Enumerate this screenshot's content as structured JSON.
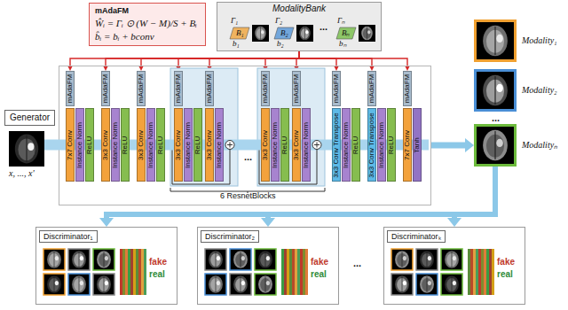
{
  "diagram": {
    "nodes": [
      {
        "text": [
          "mAdaFM",
          "Ŵᵢ = Γᵢ ⊙ (W − M)/S + Bᵢ",
          "b̂ᵢ = bᵢ + bconv"
        ]
      },
      {
        "text": [
          "ModalityBank"
        ]
      },
      {
        "text": [
          "Γ₁",
          "B₁",
          "b₁"
        ],
        "in": 1
      },
      {
        "text": [
          "Γ₂",
          "B₂",
          "b₂"
        ],
        "in": 1
      },
      {
        "text": [
          "Γₙ",
          "Bₙ",
          "bₙ"
        ],
        "in": 1
      },
      {
        "text": [
          "Generator"
        ]
      },
      {
        "text": [
          "mAdaFM"
        ],
        "in": 5
      },
      {
        "text": [
          "7x7 Conv"
        ],
        "in": 5
      },
      {
        "text": [
          "Instance Norm"
        ],
        "in": 5
      },
      {
        "text": [
          "ReLU"
        ],
        "in": 5
      },
      {
        "text": [
          "mAdaFM"
        ],
        "in": 5
      },
      {
        "text": [
          "3x3 Conv"
        ],
        "in": 5
      },
      {
        "text": [
          "Instance Norm"
        ],
        "in": 5
      },
      {
        "text": [
          "ReLU"
        ],
        "in": 5
      },
      {
        "text": [
          "mAdaFM"
        ],
        "in": 5
      },
      {
        "text": [
          "3x3 Conv"
        ],
        "in": 5
      },
      {
        "text": [
          "Instance Norm"
        ],
        "in": 5
      },
      {
        "text": [
          "ReLU"
        ],
        "in": 5
      },
      {
        "text": [
          "mAdaFM"
        ],
        "in": 5
      },
      {
        "text": [
          "3x3 Conv"
        ],
        "in": 5
      },
      {
        "text": [
          "Instance Norm"
        ],
        "in": 5
      },
      {
        "text": [
          "ReLU"
        ],
        "in": 5
      },
      {
        "text": [
          "mAdaFM"
        ],
        "in": 5
      },
      {
        "text": [
          "3x3 Conv"
        ],
        "in": 5
      },
      {
        "text": [
          "Instance Norm"
        ],
        "in": 5
      },
      {
        "text": [
          "mAdaFM"
        ],
        "in": 5
      },
      {
        "text": [
          "3x3 Conv"
        ],
        "in": 5
      },
      {
        "text": [
          "Instance Norm"
        ],
        "in": 5
      },
      {
        "text": [
          "ReLU"
        ],
        "in": 5
      },
      {
        "text": [
          "mAdaFM"
        ],
        "in": 5
      },
      {
        "text": [
          "3x3 Conv"
        ],
        "in": 5
      },
      {
        "text": [
          "Instance Norm"
        ],
        "in": 5
      },
      {
        "text": [
          "mAdaFM"
        ],
        "in": 5
      },
      {
        "text": [
          "3x3 Conv Transpose"
        ],
        "in": 5
      },
      {
        "text": [
          "Instance Norm"
        ],
        "in": 5
      },
      {
        "text": [
          "ReLU"
        ],
        "in": 5
      },
      {
        "text": [
          "mAdaFM"
        ],
        "in": 5
      },
      {
        "text": [
          "3x3 Conv Transpose"
        ],
        "in": 5
      },
      {
        "text": [
          "Instance Norm"
        ],
        "in": 5
      },
      {
        "text": [
          "ReLU"
        ],
        "in": 5
      },
      {
        "text": [
          "mAdaFM"
        ],
        "in": 5
      },
      {
        "text": [
          "7x7 Conv"
        ],
        "in": 5
      },
      {
        "text": [
          "Tanh"
        ],
        "in": 5
      },
      {
        "text": [
          "Modality₁"
        ]
      },
      {
        "text": [
          "Modality₂"
        ]
      },
      {
        "text": [
          "Modalityₙ"
        ]
      },
      {
        "text": [
          "Discriminator₁",
          "fake",
          "real"
        ]
      },
      {
        "text": [
          "Discriminator₂",
          "fake",
          "real"
        ]
      },
      {
        "text": [
          "Discriminatorₖ",
          "fake",
          "real"
        ]
      }
    ],
    "edges": [
      {
        "from": 1,
        "to": 6,
        "arrow": "to"
      },
      {
        "from": 1,
        "to": 10,
        "arrow": "to"
      },
      {
        "from": 1,
        "to": 14,
        "arrow": "to"
      },
      {
        "from": 1,
        "to": 18,
        "arrow": "to"
      },
      {
        "from": 1,
        "to": 22,
        "arrow": "to"
      },
      {
        "from": 1,
        "to": 25,
        "arrow": "to"
      },
      {
        "from": 1,
        "to": 29,
        "arrow": "to"
      },
      {
        "from": 1,
        "to": 32,
        "arrow": "to"
      },
      {
        "from": 1,
        "to": 36,
        "arrow": "to"
      },
      {
        "from": 1,
        "to": 40,
        "arrow": "to"
      },
      {
        "from": 5,
        "to": 45,
        "arrow": "to"
      },
      {
        "from": 45,
        "to": 46,
        "arrow": "to"
      },
      {
        "from": 45,
        "to": 47,
        "arrow": "to"
      },
      {
        "from": 45,
        "to": 48,
        "arrow": "to"
      }
    ],
    "labels": [
      "...",
      "x, ..., x'",
      "...",
      "6 ResnetBlocks",
      "...",
      "..."
    ]
  }
}
